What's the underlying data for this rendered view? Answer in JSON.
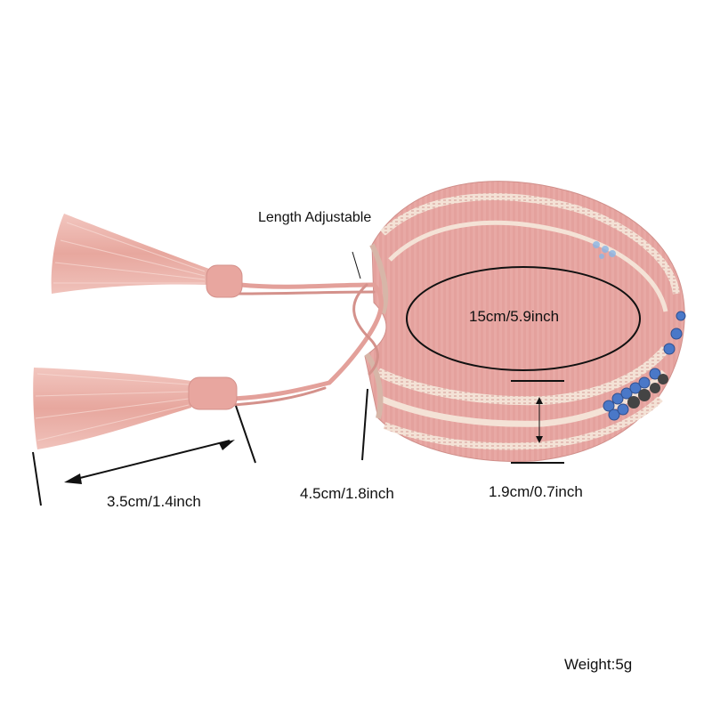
{
  "image": {
    "subject": "Woven pink friendship bracelet with braided cord and two tassels, with measurement annotations",
    "colors": {
      "band_pink": "#e8a9a5",
      "stripe_cream": "#f4e2d6",
      "tassel_pink": "#eab0a8",
      "bead_blue": "#4a78c8",
      "bead_dark": "#444444",
      "line": "#111111"
    }
  },
  "labels": {
    "length_adjustable": "Length Adjustable",
    "inner_circumference": "15cm/5.9inch",
    "tassel_length": "3.5cm/1.4inch",
    "cord_length": "4.5cm/1.8inch",
    "band_width": "1.9cm/0.7inch",
    "weight": "Weight:5g"
  }
}
